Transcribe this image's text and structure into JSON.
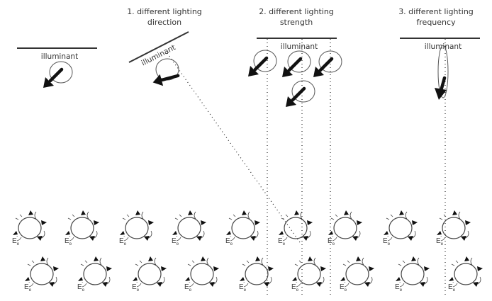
{
  "titles": {
    "direction_line1": "1. different lighting",
    "direction_line2": "direction",
    "strength_line1": "2. different lighting",
    "strength_line2": "strength",
    "frequency_line1": "3. different lighting",
    "frequency_line2": "frequency"
  },
  "illuminant_label": "illuminant",
  "cell_label": "E",
  "cell_label_sub": "e",
  "cell_label_sup": "-",
  "icons": {
    "light_arrow": "thick-arrow-down-left",
    "cell": "circle-with-tentacles"
  },
  "colors": {
    "ink": "#333333",
    "background": "#ffffff"
  }
}
